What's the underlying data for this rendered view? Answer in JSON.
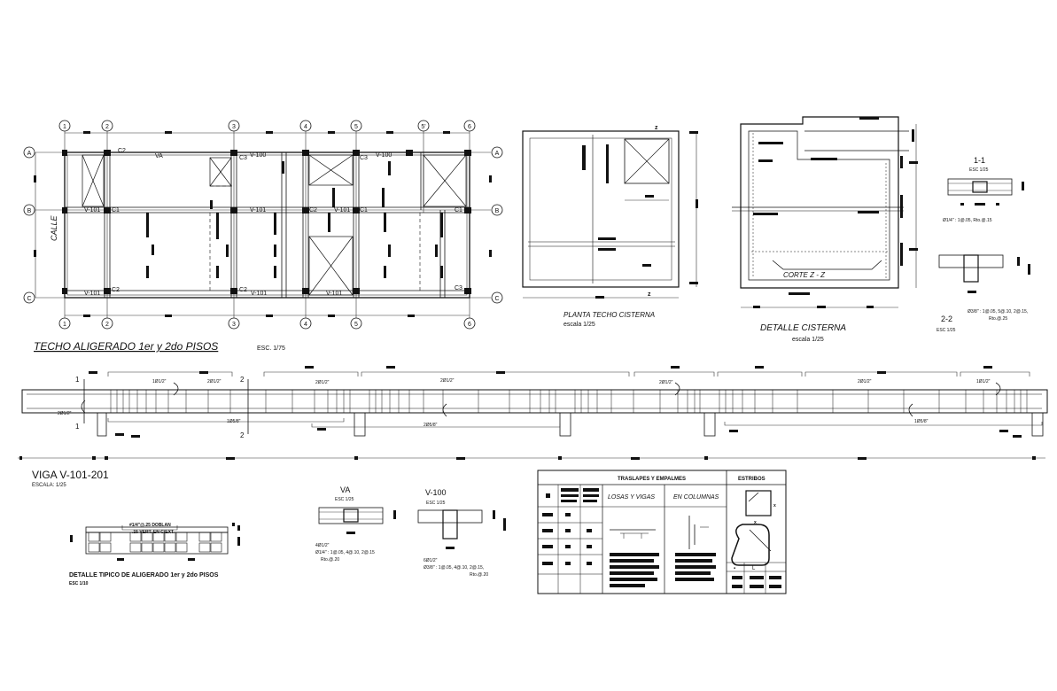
{
  "plan": {
    "title": "TECHO ALIGERADO 1er y 2do PISOS",
    "scale": "ESC. 1/75",
    "street": "CALLE",
    "axes_top": [
      "1",
      "2",
      "3",
      "4",
      "5",
      "5'",
      "6"
    ],
    "axes_bottom": [
      "1",
      "2",
      "3",
      "4",
      "5",
      "6"
    ],
    "rows": [
      "A",
      "B",
      "C"
    ],
    "beams": [
      "VA",
      "V-100",
      "V-101"
    ],
    "columns": [
      "C1",
      "C2",
      "C3"
    ]
  },
  "cisterna_plan": {
    "title": "PLANTA TECHO CISTERNA",
    "scale": "escala 1/25",
    "marker": "z"
  },
  "cisterna_detail": {
    "title": "DETALLE CISTERNA",
    "scale": "escala 1/25",
    "cut": "CORTE Z - Z"
  },
  "section_11": {
    "title": "1-1",
    "scale": "ESC 1/25",
    "note": "Ø1/4\" : 1@.05, Rto.@.15"
  },
  "section_22": {
    "title": "2-2",
    "scale": "ESC 1/25",
    "note": "Ø3/8\" : 1@.05, 5@.10, 2@.15,",
    "note2": "Rto.@.25"
  },
  "beam": {
    "title": "VIGA V-101-201",
    "scale": "ESCALA: 1/25",
    "bars": [
      "1Ø1/2\"",
      "2Ø1/2\"",
      "2Ø1/2\"",
      "2Ø1/2\"",
      "2Ø1/2\"",
      "2Ø1/2\"",
      "1Ø1/2\""
    ],
    "bottom_bars": [
      "2Ø1/2\"",
      "1Ø5/8\"",
      "2Ø5/8\"",
      "1Ø5/8\""
    ],
    "cuts": [
      "1",
      "1",
      "2",
      "2"
    ]
  },
  "aligerado": {
    "title": "DETALLE TIPICO DE ALIGERADO 1er y 2do PISOS",
    "scale": "ESC 1/10",
    "note1": "#1/4\"@.25 DOBLAN",
    "note2": ".15 VERT. EN C/EXT."
  },
  "va": {
    "title": "VA",
    "scale": "ESC 1/25",
    "bars": "4Ø1/2\"",
    "stirrups": "Ø1/4\" : 1@.05, 4@.10, 2@.15",
    "rest": "Rto.@.20"
  },
  "v100": {
    "title": "V-100",
    "scale": "ESC 1/25",
    "bars": "6Ø1/2\"",
    "stirrups": "Ø3/8\" : 1@.05, 4@.10, 2@.15,",
    "rest": "Rto.@.20"
  },
  "traslapes": {
    "title": "TRASLAPES Y EMPALMES",
    "col1": "LOSAS Y VIGAS",
    "col2": "EN COLUMNAS",
    "estribos": "ESTRIBOS",
    "stirrup_mark": "L"
  }
}
